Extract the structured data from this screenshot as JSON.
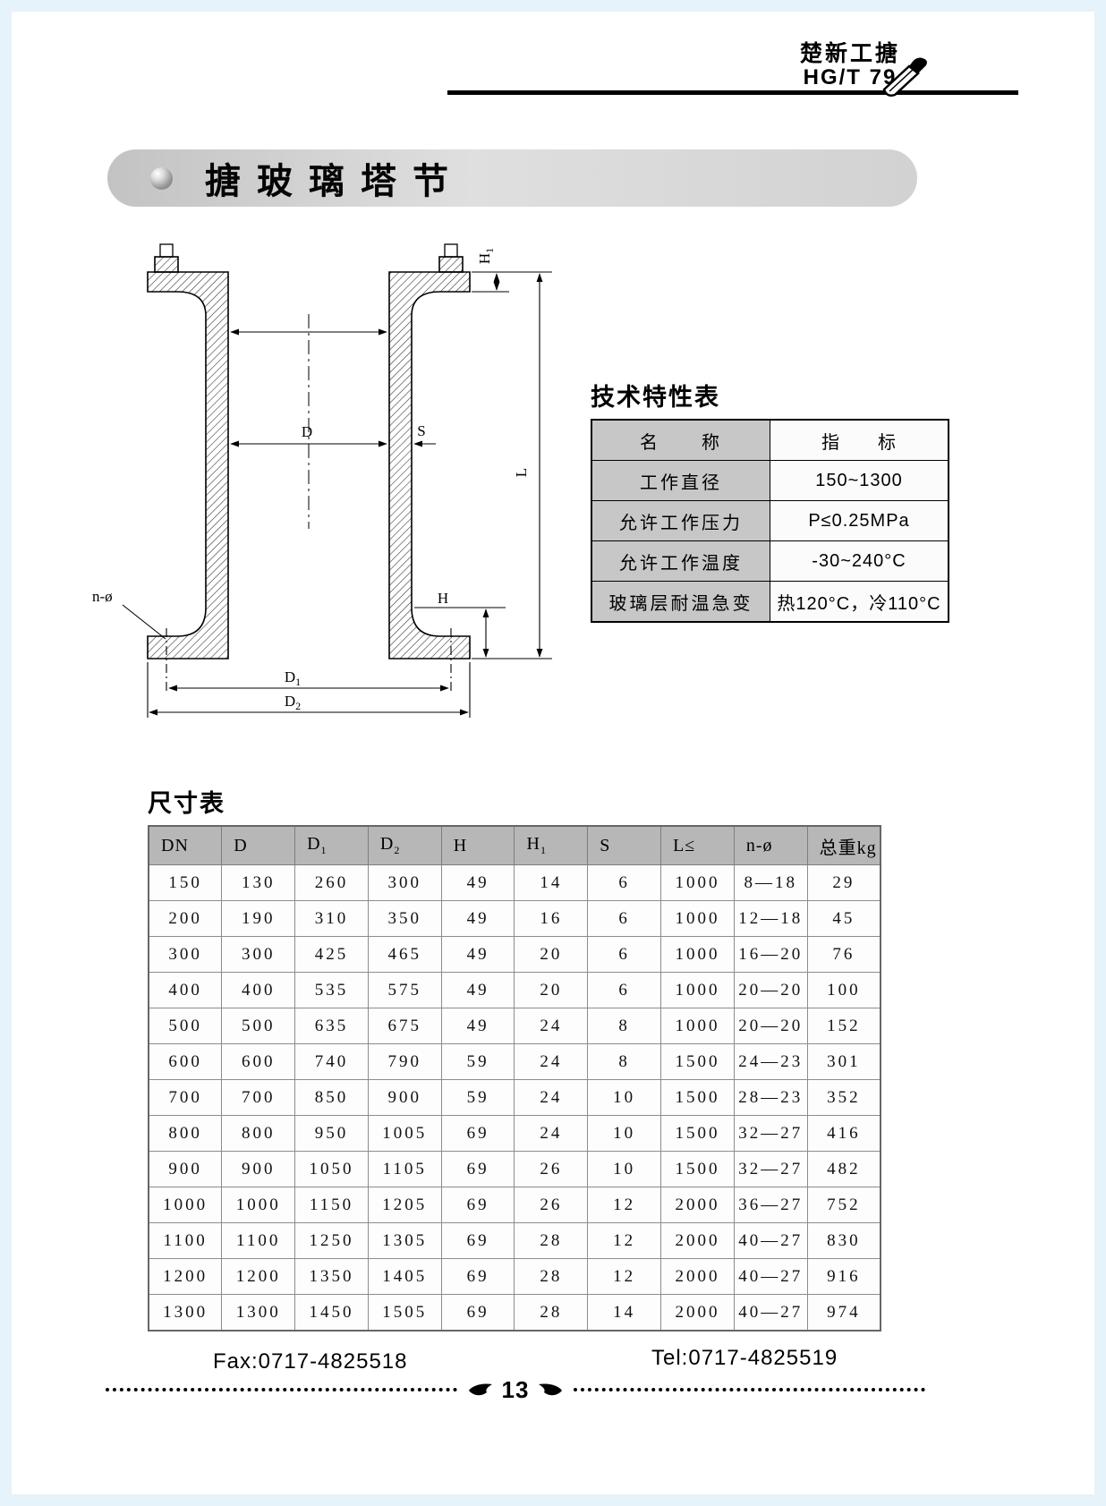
{
  "header": {
    "brand": "楚新工搪",
    "standard": "HG/T 79"
  },
  "banner": {
    "title": "搪玻璃塔节"
  },
  "drawing": {
    "labels": {
      "h1_main": "H",
      "h1_sub": "1",
      "d": "D",
      "s": "S",
      "l": "L",
      "h": "H",
      "n_phi": "n-ø",
      "d1_main": "D",
      "d1_sub": "1",
      "d2_main": "D",
      "d2_sub": "2"
    }
  },
  "spec_table": {
    "title": "技术特性表",
    "header": [
      "名　　称",
      "指　　标"
    ],
    "rows": [
      [
        "工作直径",
        "150~1300"
      ],
      [
        "允许工作压力",
        "P≤0.25MPa"
      ],
      [
        "允许工作温度",
        "-30~240°C"
      ],
      [
        "玻璃层耐温急变",
        "热120°C，冷110°C"
      ]
    ]
  },
  "dimension_table": {
    "title": "尺寸表",
    "headers": [
      {
        "main": "DN",
        "sub": ""
      },
      {
        "main": "D",
        "sub": ""
      },
      {
        "main": "D",
        "sub": "1"
      },
      {
        "main": "D",
        "sub": "2"
      },
      {
        "main": "H",
        "sub": ""
      },
      {
        "main": "H",
        "sub": "1"
      },
      {
        "main": "S",
        "sub": ""
      },
      {
        "main": "L≤",
        "sub": ""
      },
      {
        "main": "n-ø",
        "sub": ""
      },
      {
        "main": "总重kg",
        "sub": ""
      }
    ],
    "rows": [
      [
        "150",
        "130",
        "260",
        "300",
        "49",
        "14",
        "6",
        "1000",
        "8—18",
        "29"
      ],
      [
        "200",
        "190",
        "310",
        "350",
        "49",
        "16",
        "6",
        "1000",
        "12—18",
        "45"
      ],
      [
        "300",
        "300",
        "425",
        "465",
        "49",
        "20",
        "6",
        "1000",
        "16—20",
        "76"
      ],
      [
        "400",
        "400",
        "535",
        "575",
        "49",
        "20",
        "6",
        "1000",
        "20—20",
        "100"
      ],
      [
        "500",
        "500",
        "635",
        "675",
        "49",
        "24",
        "8",
        "1000",
        "20—20",
        "152"
      ],
      [
        "600",
        "600",
        "740",
        "790",
        "59",
        "24",
        "8",
        "1500",
        "24—23",
        "301"
      ],
      [
        "700",
        "700",
        "850",
        "900",
        "59",
        "24",
        "10",
        "1500",
        "28—23",
        "352"
      ],
      [
        "800",
        "800",
        "950",
        "1005",
        "69",
        "24",
        "10",
        "1500",
        "32—27",
        "416"
      ],
      [
        "900",
        "900",
        "1050",
        "1105",
        "69",
        "26",
        "10",
        "1500",
        "32—27",
        "482"
      ],
      [
        "1000",
        "1000",
        "1150",
        "1205",
        "69",
        "26",
        "12",
        "2000",
        "36—27",
        "752"
      ],
      [
        "1100",
        "1100",
        "1250",
        "1305",
        "69",
        "28",
        "12",
        "2000",
        "40—27",
        "830"
      ],
      [
        "1200",
        "1200",
        "1350",
        "1405",
        "69",
        "28",
        "12",
        "2000",
        "40—27",
        "916"
      ],
      [
        "1300",
        "1300",
        "1450",
        "1505",
        "69",
        "28",
        "14",
        "2000",
        "40—27",
        "974"
      ]
    ]
  },
  "footer": {
    "fax": "Fax:0717-4825518",
    "tel": "Tel:0717-4825519",
    "page_number": "13"
  }
}
